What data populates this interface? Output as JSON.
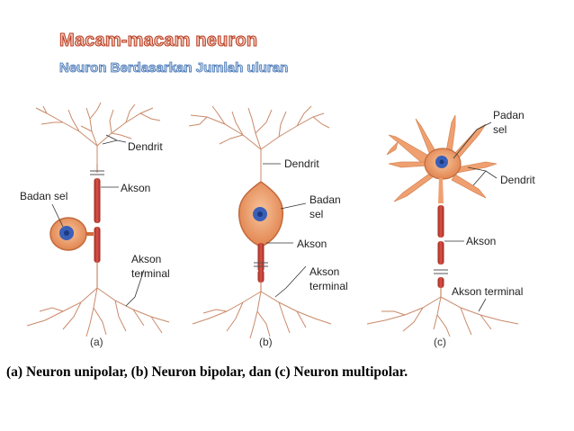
{
  "slide": {
    "title": "Macam-macam neuron",
    "subtitle": "Neuron Berdasarkan Jumlah uluran",
    "caption": "(a) Neuron unipolar, (b) Neuron bipolar, dan (c) Neuron multipolar."
  },
  "diagram": {
    "panel_a": {
      "sublabel": "(a)",
      "labels": [
        "Dendrit",
        "Badan sel",
        "Akson",
        "Akson",
        "terminal"
      ]
    },
    "panel_b": {
      "sublabel": "(b)",
      "labels": [
        "Dendrit",
        "Badan",
        "sel",
        "Akson",
        "Akson",
        "terminal"
      ]
    },
    "panel_c": {
      "sublabel": "(c)",
      "labels": [
        "Padan",
        "sel",
        "Dendrit",
        "Akson",
        "Akson terminal"
      ]
    }
  },
  "colors": {
    "title_fill": "#f2c9b8",
    "title_outline": "#b83a20",
    "subtitle_fill": "#cfe0f2",
    "subtitle_outline": "#3f6fb0",
    "nerve_line": "#c98a6a",
    "myelin": "#c0392b",
    "cell_body": "#f0a070",
    "nucleus": "#3a5fb8"
  }
}
